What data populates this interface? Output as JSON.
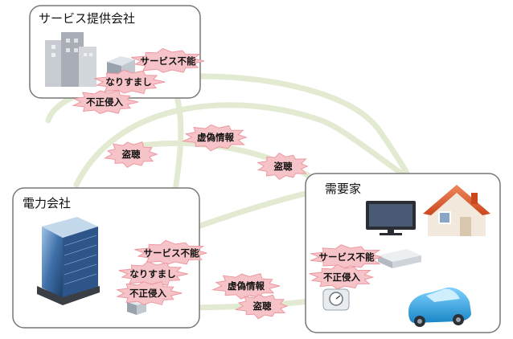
{
  "boxes": {
    "service_provider": "サービス提供会社",
    "power_company": "電力会社",
    "consumer": "需要家"
  },
  "threats": {
    "service_provider": {
      "service_outage": "サービス不能",
      "spoofing": "なりすまし",
      "intrusion": "不正侵入"
    },
    "network_top": {
      "eavesdrop_left": "盗聴",
      "false_info": "虚偽情報",
      "eavesdrop_right": "盗聴"
    },
    "power_company": {
      "service_outage": "サービス不能",
      "spoofing": "なりすまし",
      "intrusion": "不正侵入"
    },
    "network_bottom": {
      "false_info": "虚偽情報",
      "eavesdrop": "盗聴"
    },
    "consumer": {
      "service_outage": "サービス不能",
      "intrusion": "不正侵入"
    }
  },
  "colors": {
    "burst_fill": "#f6c4c8",
    "burst_stroke": "#ec98a0",
    "network_line": "#e2ead2",
    "box_border": "#777777"
  },
  "icons": {
    "office_buildings": "city-buildings-icon",
    "server": "server-icon",
    "power_building": "glass-office-building-icon",
    "tv": "television-icon",
    "house": "house-icon",
    "set_top_box": "set-top-box-icon",
    "meter": "smart-meter-icon",
    "car": "electric-car-icon"
  }
}
